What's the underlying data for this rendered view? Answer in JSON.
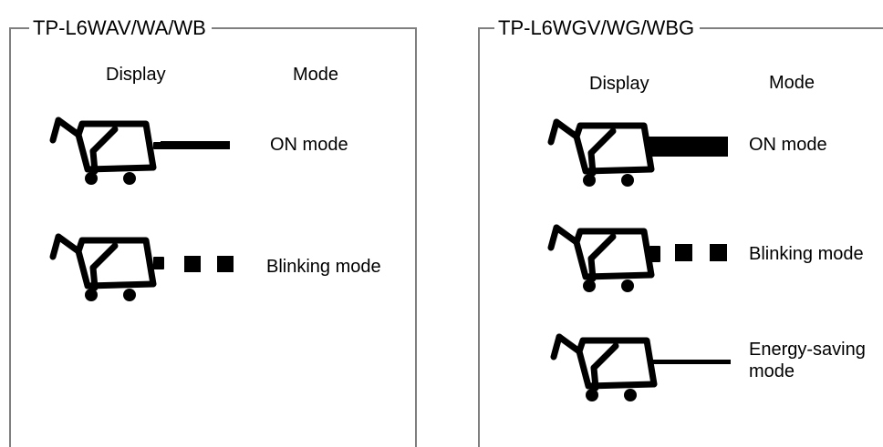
{
  "panels": [
    {
      "title": "TP-L6WAV/WA/WB",
      "headers": {
        "display": "Display",
        "mode": "Mode"
      },
      "modes": [
        {
          "label": "ON mode",
          "indicator": "solid-line"
        },
        {
          "label": "Blinking mode",
          "indicator": "blinking-squares"
        }
      ]
    },
    {
      "title": "TP-L6WGV/WG/WBG",
      "headers": {
        "display": "Display",
        "mode": "Mode"
      },
      "modes": [
        {
          "label": "ON mode",
          "indicator": "thick-line"
        },
        {
          "label": "Blinking mode",
          "indicator": "blinking-squares"
        },
        {
          "label": "Energy-saving mode",
          "indicator": "thin-line"
        }
      ]
    }
  ],
  "colors": {
    "frame": "#7f7f7f",
    "icon": "#000000",
    "background": "#ffffff"
  },
  "icons": [
    "cart-icon"
  ]
}
